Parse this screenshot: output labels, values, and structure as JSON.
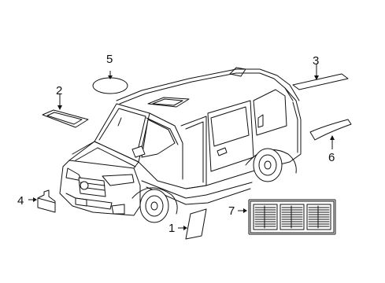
{
  "diagram": {
    "callouts": [
      {
        "id": "1",
        "label": "1",
        "part": "label-1"
      },
      {
        "id": "2",
        "label": "2",
        "part": "label-2"
      },
      {
        "id": "3",
        "label": "3",
        "part": "label-3"
      },
      {
        "id": "4",
        "label": "4",
        "part": "label-4"
      },
      {
        "id": "5",
        "label": "5",
        "part": "label-5"
      },
      {
        "id": "6",
        "label": "6",
        "part": "label-6"
      },
      {
        "id": "7",
        "label": "7",
        "part": "label-7"
      }
    ]
  }
}
